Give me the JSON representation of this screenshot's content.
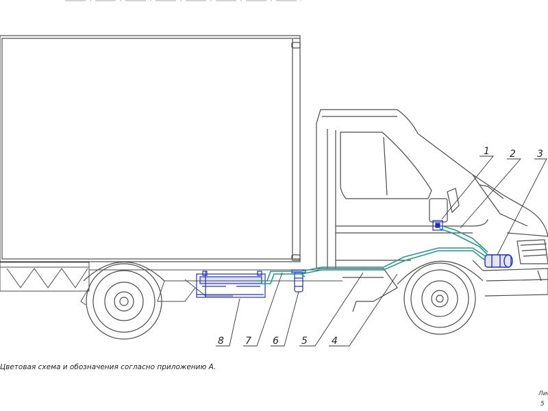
{
  "caption": "Цветовая схема и обозначения согласно приложению А.",
  "sheet": {
    "label": "Лис",
    "number": "5"
  },
  "callouts": [
    {
      "id": "1",
      "label": "1"
    },
    {
      "id": "2",
      "label": "2"
    },
    {
      "id": "3",
      "label": "3"
    },
    {
      "id": "4",
      "label": "4"
    },
    {
      "id": "5",
      "label": "5"
    },
    {
      "id": "6",
      "label": "6"
    },
    {
      "id": "7",
      "label": "7"
    },
    {
      "id": "8",
      "label": "8"
    }
  ],
  "colors": {
    "line": "#4a4a4a",
    "pipe": "#1f9a8c",
    "component": "#1d2bd1"
  }
}
